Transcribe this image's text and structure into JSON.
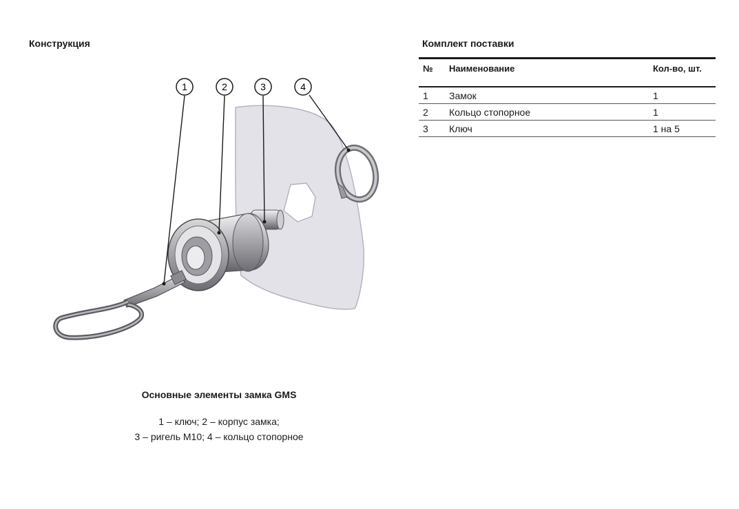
{
  "left_title": "Конструкция",
  "right_title": "Комплект поставки",
  "table": {
    "headers": [
      "№",
      "Наименование",
      "Кол-во, шт."
    ],
    "rows": [
      [
        "1",
        "Замок",
        "1"
      ],
      [
        "2",
        "Кольцо стопорное",
        "1"
      ],
      [
        "3",
        "Ключ",
        "1 на 5"
      ]
    ]
  },
  "figure": {
    "callouts": [
      "1",
      "2",
      "3",
      "4"
    ]
  },
  "caption": {
    "title": "Основные элементы замка GMS",
    "line1": "1 – ключ; 2 – корпус замка;",
    "line2": "3 – ригель М10; 4 – кольцо стопорное"
  }
}
